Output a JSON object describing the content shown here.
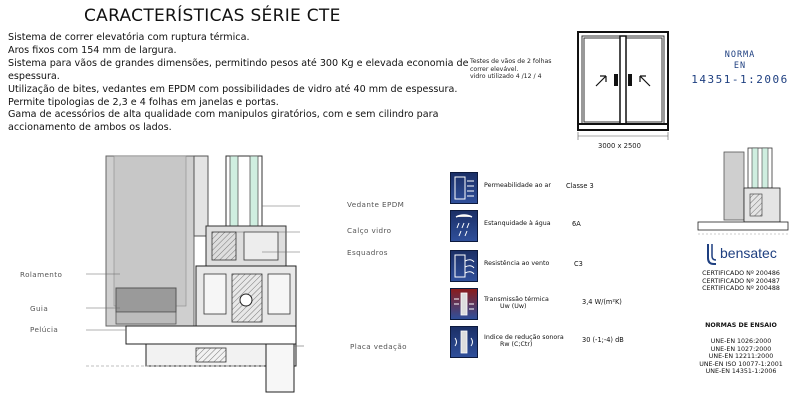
{
  "title": "CARACTERÍSTICAS SÉRIE CTE",
  "features": [
    "Sistema de correr elevatória com ruptura térmica.",
    "Aros fixos com 154 mm de largura.",
    "Sistema para vãos de grandes dimensões, permitindo pesos até 300 Kg e elevada economia de",
    "espessura.",
    "Utilização de bites, vedantes em EPDM com possibilidades de vidro até 40 mm de espessura.",
    "Permite tipologias de 2,3 e 4 folhas em janelas e portas.",
    "Gama de acessórios de alta qualidade com manipulos giratórios, com e sem cilindro para",
    "accionamento de ambos os lados."
  ],
  "test_note": [
    "Testes de vãos de 2 folhas",
    "correr elevável.",
    "vidro utilizado 4 /12 / 4"
  ],
  "window_dimensions": "3000 x 2500",
  "norma": {
    "line1": "NORMA",
    "line2": "EN",
    "line3": "14351-1:2006"
  },
  "callouts": {
    "vedante": "Vedante EPDM",
    "calco": "Calço vidro",
    "esquadros": "Esquadros",
    "rolamento": "Rolamento",
    "guia": "Guia",
    "pelucia": "Pelúcia",
    "placa": "Placa vedação"
  },
  "performance": [
    {
      "label": "Permeabilidade ao ar",
      "value": "Classe 3",
      "icon": "air-permeability-icon"
    },
    {
      "label": "Estanquidade à água",
      "value": "6A",
      "icon": "water-tightness-icon"
    },
    {
      "label": "Resistência ao vento",
      "value": "C3",
      "icon": "wind-resistance-icon"
    },
    {
      "label": "Transmissão térmica",
      "sublabel": "Uw (Uw)",
      "value": "3,4 W/(m²K)",
      "icon": "thermal-transmission-icon"
    },
    {
      "label": "Indice de redução sonora",
      "sublabel": "Rw (C;Ctr)",
      "value": "30 (-1;-4)  dB",
      "icon": "sound-reduction-icon"
    }
  ],
  "brand": "bensatec",
  "certificates": [
    "CERTIFICADO Nº  200486",
    "CERTIFICADO Nº  200487",
    "CERTIFICADO Nº  200488"
  ],
  "normas_title": "NORMAS DE ENSAIO",
  "normas": [
    "UNE-EN 1026:2000",
    "UNE-EN 1027:2000",
    "UNE-EN 12211:2000",
    "UNE-EN ISO 10077-1:2001",
    "UNE-EN 14351-1:2006"
  ],
  "colors": {
    "accent": "#1e3f80",
    "profile_fill": "#c9c9c9",
    "glass": "#cfeee0",
    "icon_blue": "#243f86"
  }
}
